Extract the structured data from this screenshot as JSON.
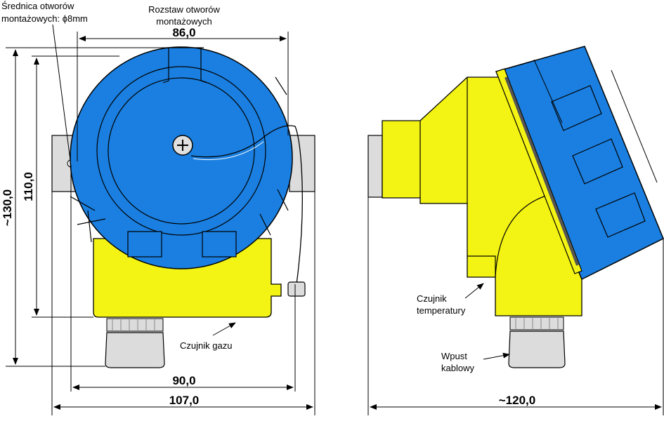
{
  "labels": {
    "diameter_line1": "Średnica otworów",
    "diameter_line2": "montażowych: ϕ8mm",
    "spacing_line1": "Rozstaw otworów",
    "spacing_line2": "montażowych",
    "gas_sensor": "Czujnik gazu",
    "temp_sensor_line1": "Czujnik",
    "temp_sensor_line2": "temperatury",
    "gland_line1": "Wpust",
    "gland_line2": "kablowy"
  },
  "dimensions": {
    "top_width": "86,0",
    "total_height": "~130,0",
    "mount_height": "110,0",
    "base_width": "90,0",
    "total_width": "107,0",
    "side_width": "~120,0"
  },
  "colors": {
    "cover_blue": "#1a7fe0",
    "body_yellow": "#f4f414",
    "gland_gray": "#dcdcdc",
    "outline": "#000000"
  }
}
